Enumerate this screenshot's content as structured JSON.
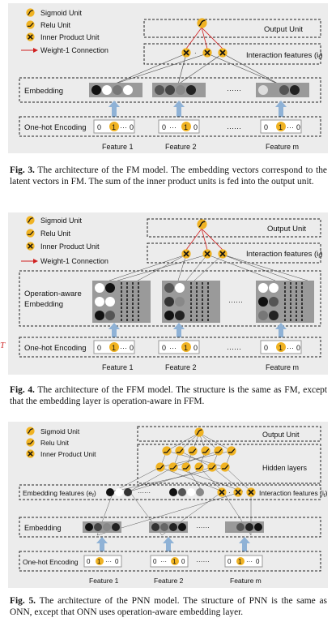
{
  "legend": {
    "sigmoid": "Sigmoid Unit",
    "relu": "Relu Unit",
    "inner_product": "Inner Product Unit",
    "weight": "Weight-1 Connection"
  },
  "fig3": {
    "output_unit": "Output Unit",
    "interaction": "Interaction features (i",
    "interaction_sub": "f",
    "interaction_close": ")",
    "embedding": "Embedding",
    "onehot": "One-hot Encoding",
    "onehot_vec": [
      "0",
      "1",
      "···",
      "0"
    ],
    "onehot_vec2": [
      "0",
      "···",
      "1",
      "0"
    ],
    "dots": "······",
    "features": [
      "Feature 1",
      "Feature 2",
      "Feature m"
    ],
    "cap_label": "Fig. 3.",
    "cap_text": "The architecture of the FM model. The embedding vectors correspond to the latent vectors in FM. The sum of the inner product units is fed into the output unit."
  },
  "fig4": {
    "output_unit": "Output Unit",
    "interaction": "Interaction features (i",
    "interaction_sub": "f",
    "interaction_close": ")",
    "embedding_line1": "Operation-aware",
    "embedding_line2": "Embedding",
    "onehot": "One-hot Encoding",
    "dots": "······",
    "features": [
      "Feature 1",
      "Feature 2",
      "Feature m"
    ],
    "cap_label": "Fig. 4.",
    "cap_text": "The architecture of the FFM model. The structure is the same as FM, except that the embedding layer is operation-aware in FFM."
  },
  "fig5": {
    "output_unit": "Output Unit",
    "hidden": "Hidden layers",
    "emb_features": "Embedding features (e",
    "emb_sub": "f",
    "interaction": "Interaction features (i",
    "interaction_sub": "f",
    "close": ")",
    "embedding": "Embedding",
    "onehot": "One-hot Encoding",
    "dots": "······",
    "features": [
      "Feature 1",
      "Feature 2",
      "Feature m"
    ],
    "cap_label": "Fig. 5.",
    "cap_text": "The architecture of the PNN model. The structure of PNN is the same as ONN, except that ONN uses operation-aware embedding layer."
  },
  "margin_mark": "T",
  "colors": {
    "unit": "#f0b323",
    "weight": "#d02020",
    "arrow": "#8fb2d6",
    "dark": "#222222"
  }
}
